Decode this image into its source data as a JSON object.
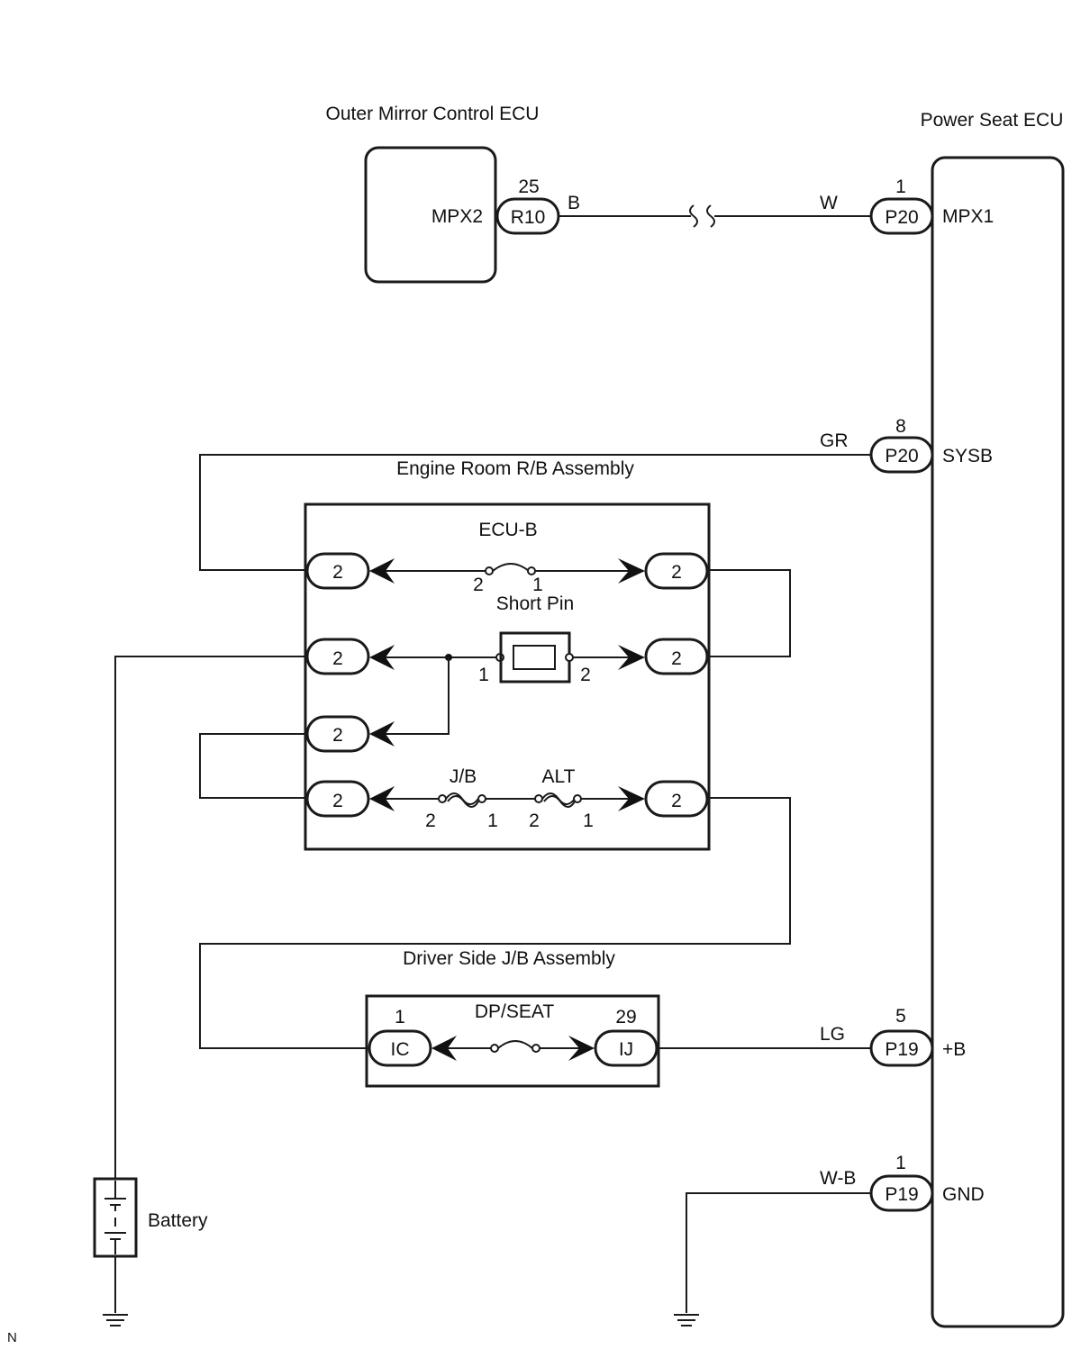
{
  "components": {
    "outer_mirror_ecu": {
      "title": "Outer Mirror Control ECU",
      "terminal": "MPX2"
    },
    "power_seat_ecu": {
      "title": "Power Seat ECU",
      "terminals": {
        "mpx1": "MPX1",
        "sysb": "SYSB",
        "plus_b": "+B",
        "gnd": "GND"
      }
    },
    "engine_room_rb": {
      "title": "Engine Room R/B Assembly",
      "fuse_ecub": "ECU-B",
      "short_pin": "Short Pin",
      "fuse_jb": "J/B",
      "fuse_alt": "ALT"
    },
    "driver_jb": {
      "title": "Driver Side J/B Assembly",
      "fuse": "DP/SEAT"
    },
    "battery": {
      "label": "Battery"
    }
  },
  "connectors": {
    "r10": {
      "code": "R10",
      "pin": "25"
    },
    "p20_mpx1": {
      "code": "P20",
      "pin": "1"
    },
    "p20_sysb": {
      "code": "P20",
      "pin": "8"
    },
    "p19_b": {
      "code": "P19",
      "pin": "5"
    },
    "p19_gnd": {
      "code": "P19",
      "pin": "1"
    },
    "ic": {
      "code": "IC",
      "pin": "1"
    },
    "ij": {
      "code": "IJ",
      "pin": "29"
    },
    "rb_pin": "2"
  },
  "wires": {
    "b": "B",
    "w": "W",
    "gr": "GR",
    "lg": "LG",
    "wb": "W-B"
  },
  "pins": {
    "one": "1",
    "two": "2"
  },
  "corner_mark": "N"
}
